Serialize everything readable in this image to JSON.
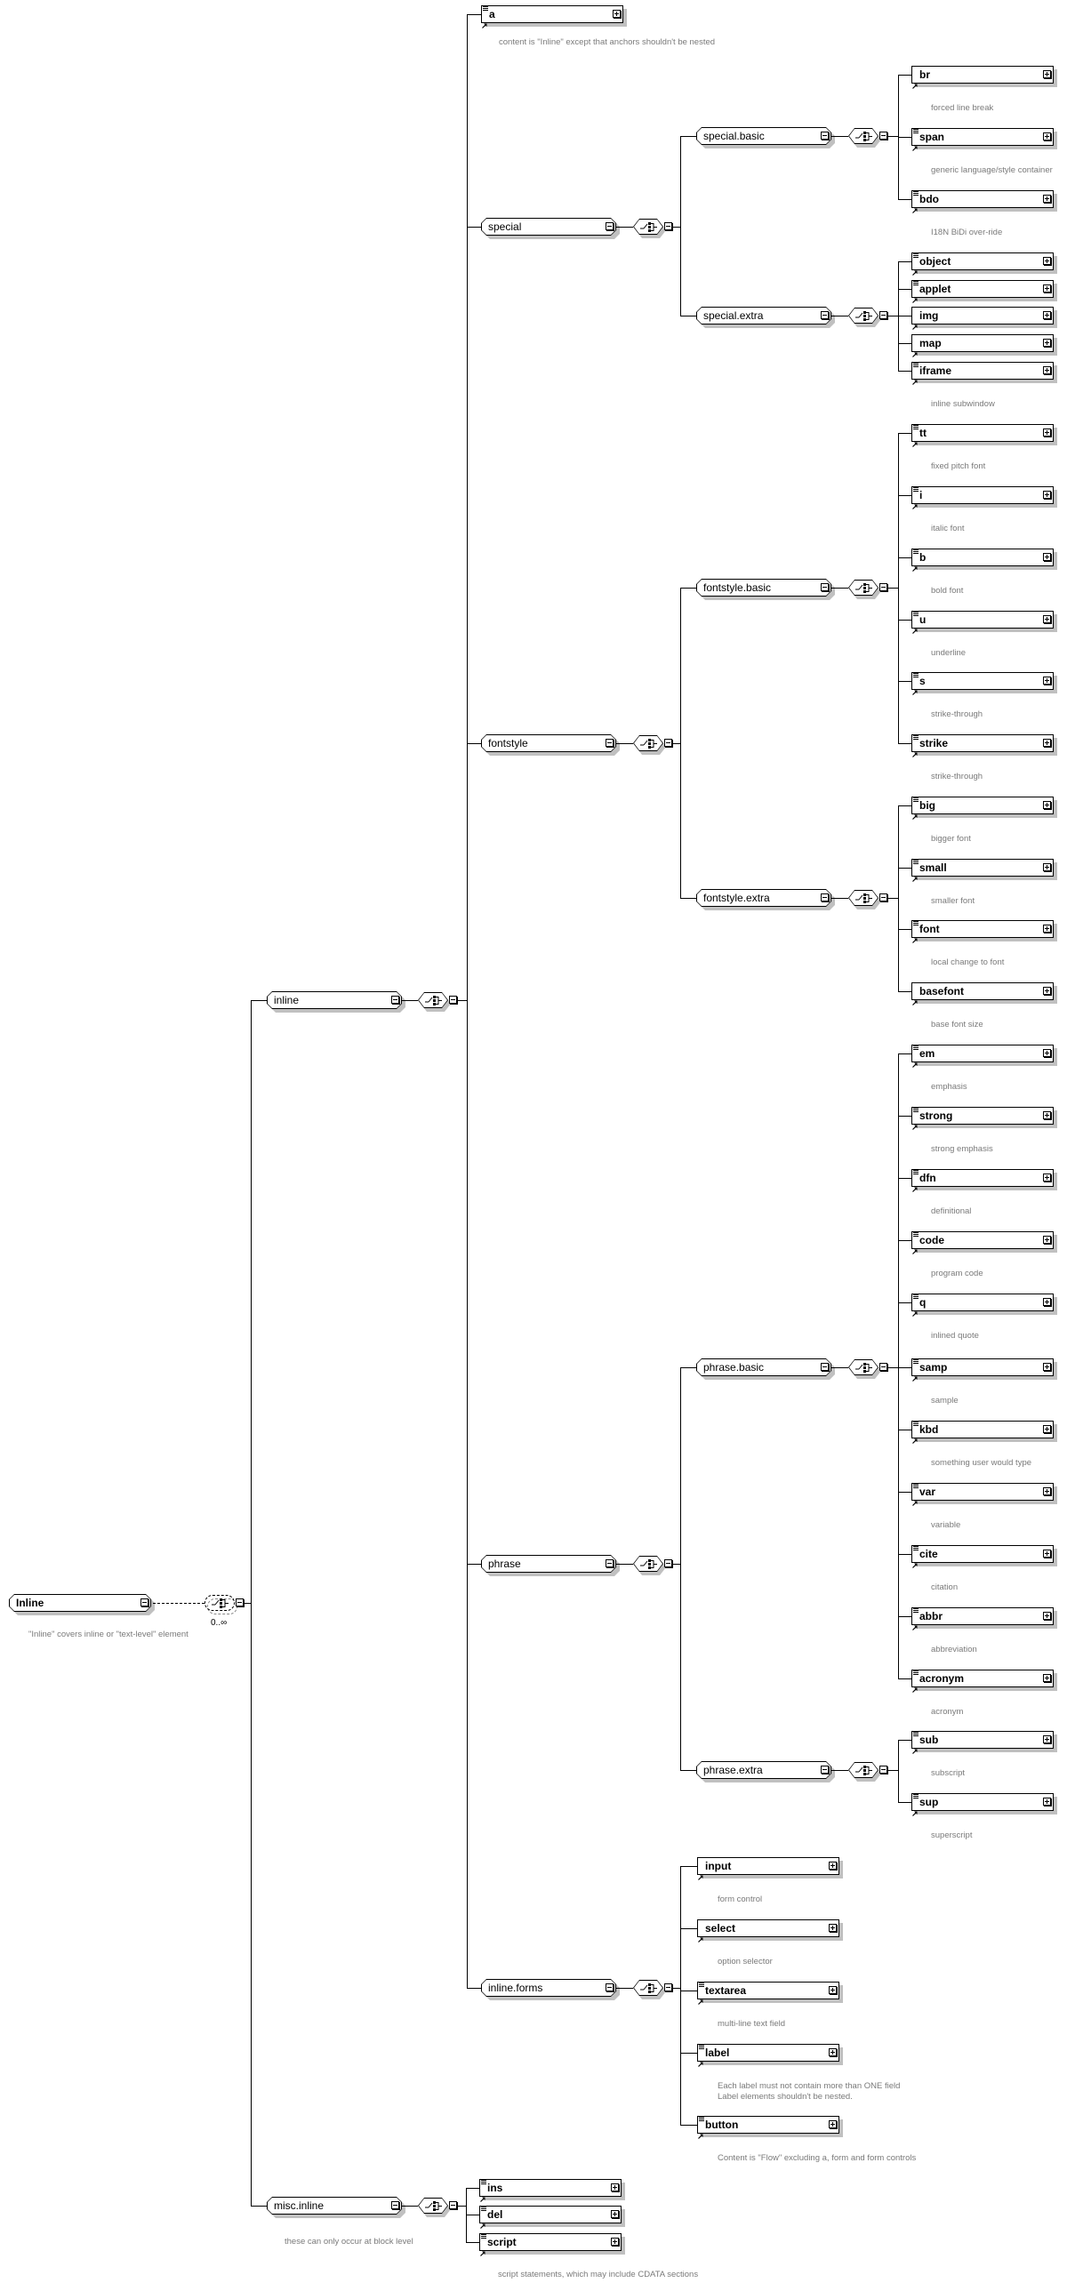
{
  "diagram": {
    "title": "Inline",
    "root": {
      "name": "Inline",
      "note": "\"Inline\" covers inline or \"text-level\" element",
      "occurs": "0..∞"
    },
    "level1": [
      {
        "name": "inline",
        "type": "group"
      },
      {
        "name": "misc.inline",
        "type": "group",
        "note": "these can only occur at block level"
      }
    ],
    "inline_children": [
      {
        "name": "a",
        "type": "element",
        "note": "content is \"Inline\" except that anchors shouldn't be nested"
      },
      {
        "name": "special",
        "type": "group"
      },
      {
        "name": "fontstyle",
        "type": "group"
      },
      {
        "name": "phrase",
        "type": "group"
      },
      {
        "name": "inline.forms",
        "type": "group"
      }
    ],
    "special": [
      {
        "name": "special.basic",
        "type": "group"
      },
      {
        "name": "special.extra",
        "type": "group"
      }
    ],
    "special_basic": [
      {
        "name": "br",
        "note": "forced line break",
        "attrs": false
      },
      {
        "name": "span",
        "note": "generic language/style container",
        "attrs": true
      },
      {
        "name": "bdo",
        "note": "I18N BiDi over-ride",
        "attrs": true
      }
    ],
    "special_extra": [
      {
        "name": "object",
        "attrs": true
      },
      {
        "name": "applet",
        "attrs": true
      },
      {
        "name": "img",
        "attrs": false
      },
      {
        "name": "map",
        "attrs": false
      },
      {
        "name": "iframe",
        "note": "inline subwindow",
        "attrs": true
      }
    ],
    "fontstyle": [
      {
        "name": "fontstyle.basic",
        "type": "group"
      },
      {
        "name": "fontstyle.extra",
        "type": "group"
      }
    ],
    "fontstyle_basic": [
      {
        "name": "tt",
        "note": "fixed pitch font",
        "attrs": true
      },
      {
        "name": "i",
        "note": "italic font",
        "attrs": true
      },
      {
        "name": "b",
        "note": "bold font",
        "attrs": true
      },
      {
        "name": "u",
        "note": "underline",
        "attrs": true
      },
      {
        "name": "s",
        "note": "strike-through",
        "attrs": true
      },
      {
        "name": "strike",
        "note": "strike-through",
        "attrs": true
      }
    ],
    "fontstyle_extra": [
      {
        "name": "big",
        "note": "bigger font",
        "attrs": true
      },
      {
        "name": "small",
        "note": "smaller font",
        "attrs": true
      },
      {
        "name": "font",
        "note": "local change to font",
        "attrs": true
      },
      {
        "name": "basefont",
        "note": "base font size",
        "attrs": false
      }
    ],
    "phrase": [
      {
        "name": "phrase.basic",
        "type": "group"
      },
      {
        "name": "phrase.extra",
        "type": "group"
      }
    ],
    "phrase_basic": [
      {
        "name": "em",
        "note": "emphasis",
        "attrs": true
      },
      {
        "name": "strong",
        "note": "strong emphasis",
        "attrs": true
      },
      {
        "name": "dfn",
        "note": "definitional",
        "attrs": true
      },
      {
        "name": "code",
        "note": "program code",
        "attrs": true
      },
      {
        "name": "q",
        "note": "inlined quote",
        "attrs": true
      },
      {
        "name": "samp",
        "note": "sample",
        "attrs": true
      },
      {
        "name": "kbd",
        "note": "something user would type",
        "attrs": true
      },
      {
        "name": "var",
        "note": "variable",
        "attrs": true
      },
      {
        "name": "cite",
        "note": "citation",
        "attrs": true
      },
      {
        "name": "abbr",
        "note": "abbreviation",
        "attrs": true
      },
      {
        "name": "acronym",
        "note": "acronym",
        "attrs": true
      }
    ],
    "phrase_extra": [
      {
        "name": "sub",
        "note": "subscript",
        "attrs": true
      },
      {
        "name": "sup",
        "note": "superscript",
        "attrs": true
      }
    ],
    "inline_forms": [
      {
        "name": "input",
        "note": "form control",
        "attrs": false
      },
      {
        "name": "select",
        "note": "option selector",
        "attrs": false
      },
      {
        "name": "textarea",
        "note": "multi-line text field",
        "attrs": true
      },
      {
        "name": "label",
        "note": "Each label must not contain more than ONE field\nLabel elements shouldn't be nested.",
        "attrs": true
      },
      {
        "name": "button",
        "note": "Content is \"Flow\" excluding a, form and form controls",
        "attrs": true
      }
    ],
    "misc_inline": [
      {
        "name": "ins",
        "attrs": true
      },
      {
        "name": "del",
        "attrs": true
      },
      {
        "name": "script",
        "note": "script statements, which may include CDATA sections",
        "attrs": true
      }
    ],
    "icons": {
      "expand": "plus-box-icon",
      "collapse": "minus-box-icon",
      "compositor": "choice-compositor-icon",
      "reference": "reference-arrow-icon",
      "attributes": "attributes-icon"
    },
    "colors": {
      "line": "#000000",
      "shadow": "#c0c0c0",
      "note_text": "#7a7a7a",
      "background": "#ffffff"
    }
  }
}
